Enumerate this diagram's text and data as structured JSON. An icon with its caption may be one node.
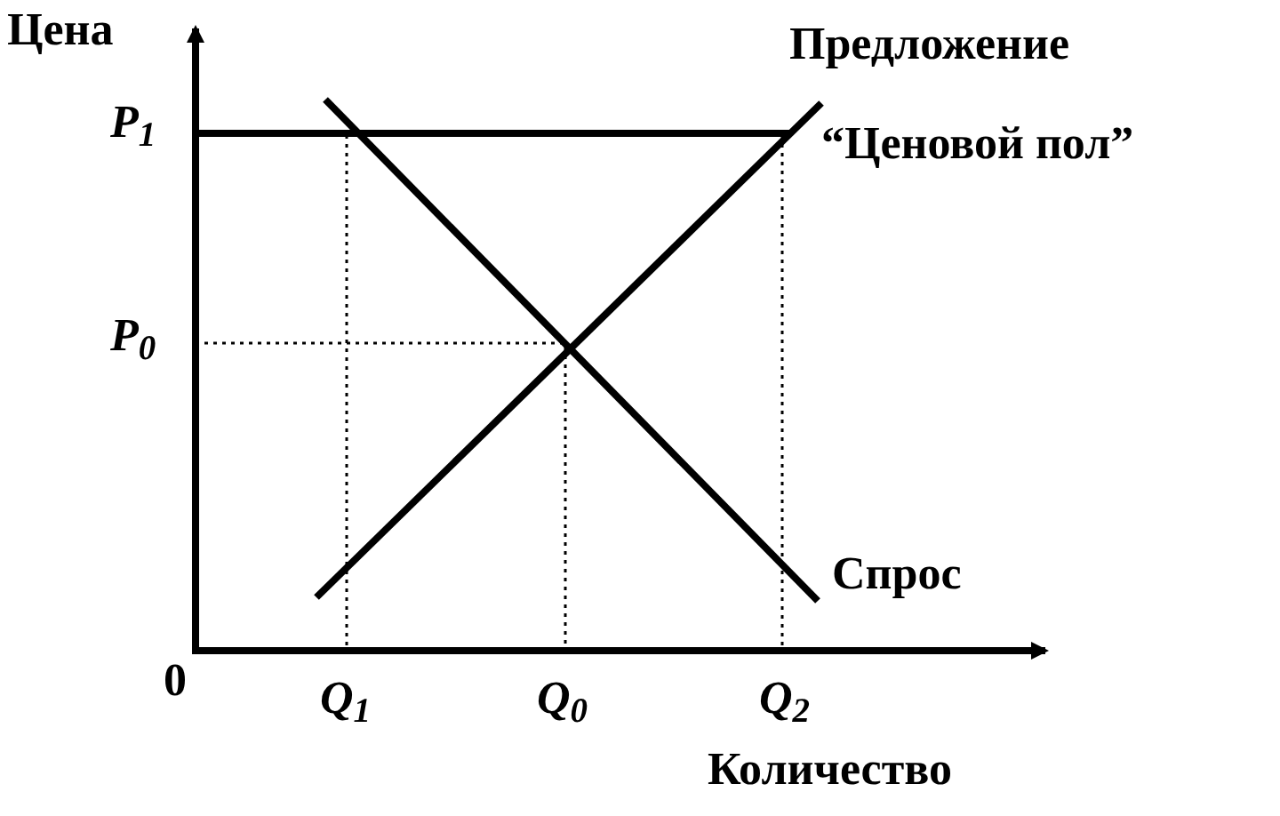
{
  "diagram": {
    "labels": [
      "Цена",
      "Предложение",
      "P$_{1}$",
      "“Ценовой пол”",
      "P$_{0}$",
      "Спрос",
      "0",
      "Q$_{1}$",
      "Q$_{0}$",
      "Q$_{2}$",
      "Количество"
    ]
  }
}
